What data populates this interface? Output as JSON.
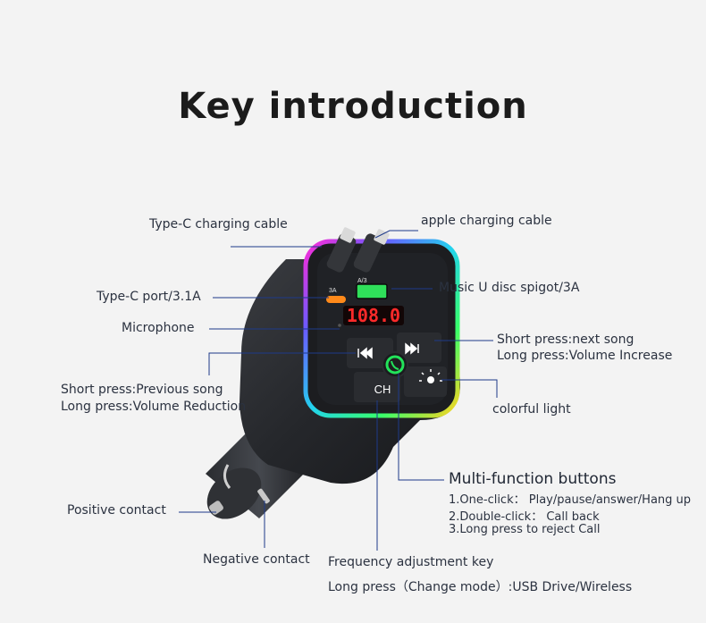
{
  "title": "Key introduction",
  "labels": {
    "type_c_cable": "Type-C charging cable",
    "apple_cable": "apple charging cable",
    "type_c_port": "Type-C port/3.1A",
    "music_u_disc": "Music U disc spigot/3A",
    "microphone": "Microphone",
    "next_song_short": "Short press:next song",
    "next_song_long": "Long press:Volume Increase",
    "prev_song_short": "Short press:Previous song",
    "prev_song_long": "Long press:Volume Reduction",
    "colorful_light": "colorful light",
    "multi_function": "Multi-function buttons",
    "mf_1": "1.One-click： Play/pause/answer/Hang up",
    "mf_2": "2.Double-click： Call back",
    "mf_3": "3.Long press to reject Call",
    "positive_contact": "Positive contact",
    "negative_contact": "Negative contact",
    "freq_key": "Frequency adjustment key",
    "freq_long": "Long press（Change mode）:USB Drive/Wireless"
  },
  "device": {
    "display": "108.0",
    "port_c_label": "3A",
    "port_a_label": "A/3",
    "ch_label": "CH",
    "prev_icon": "previous-track-icon",
    "next_icon": "next-track-icon",
    "phone_icon": "phone-icon",
    "light_icon": "light-icon"
  },
  "colors": {
    "leader_line": "#1e3a8a",
    "display_red": "#ff2a2a",
    "body": "#2b2d31"
  }
}
